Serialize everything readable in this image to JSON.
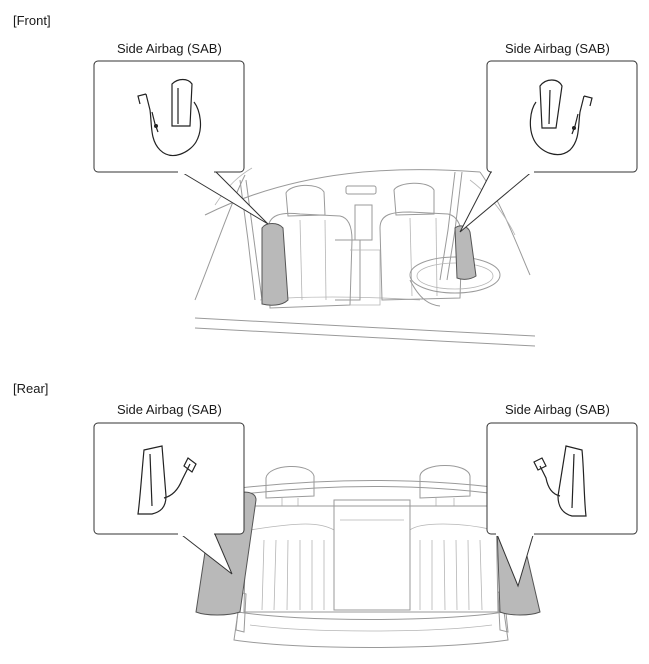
{
  "sections": {
    "front": {
      "label": "[Front]"
    },
    "rear": {
      "label": "[Rear]"
    }
  },
  "callouts": {
    "front_left": {
      "label": "Side Airbag (SAB)"
    },
    "front_right": {
      "label": "Side Airbag (SAB)"
    },
    "rear_left": {
      "label": "Side Airbag (SAB)"
    },
    "rear_right": {
      "label": "Side Airbag (SAB)"
    }
  },
  "colors": {
    "airbag_fill": "#b9b9b9",
    "outline": "#333333",
    "sketch": "#9a9a9a"
  }
}
